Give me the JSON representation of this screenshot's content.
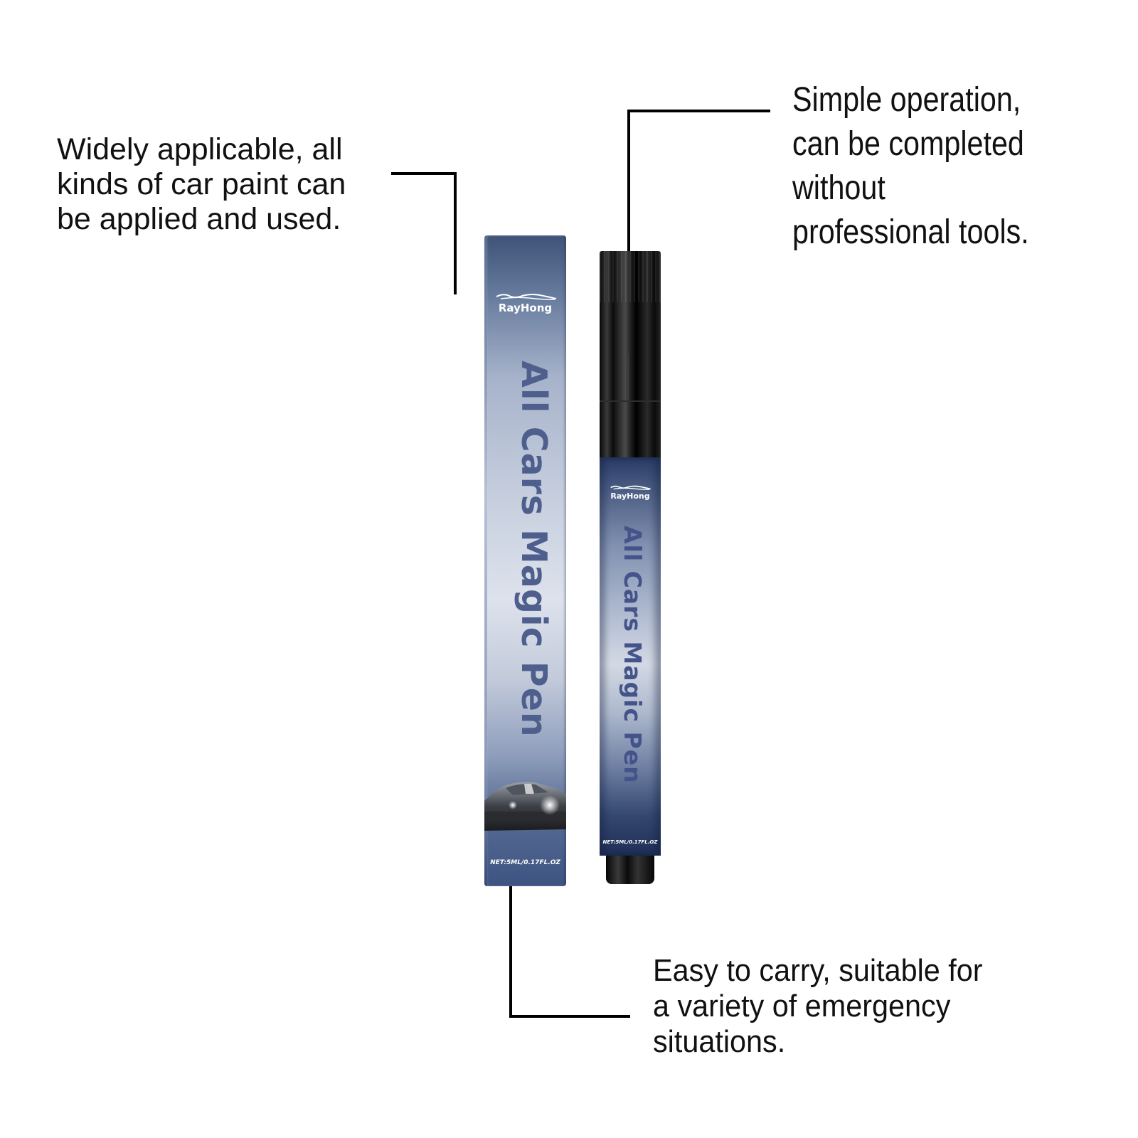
{
  "callouts": {
    "left": {
      "text": "Widely applicable, all\nkinds of car paint can\nbe applied and used."
    },
    "top_right": {
      "text": "Simple operation,\ncan be completed\nwithout\nprofessional tools."
    },
    "bottom": {
      "text": "Easy to carry, suitable for\na variety of emergency\nsituations."
    }
  },
  "product": {
    "brand": "RayHong",
    "name": "All Cars Magic Pen",
    "net_content_box": "NET:5ML/0.17FL.OZ",
    "net_content_pen": "NET:5ML/0.17FL.OZ",
    "icons": {
      "brand_logo": "swoosh-car-logo-icon",
      "car_image": "sports-car-image"
    }
  },
  "colors": {
    "text": "#111111",
    "lines": "#000000",
    "box_dark": "#3f5379",
    "box_light": "#dde2ec",
    "title_blue": "#4f5f8d",
    "pen_cap": "#0a0a0a",
    "background": "#ffffff"
  }
}
